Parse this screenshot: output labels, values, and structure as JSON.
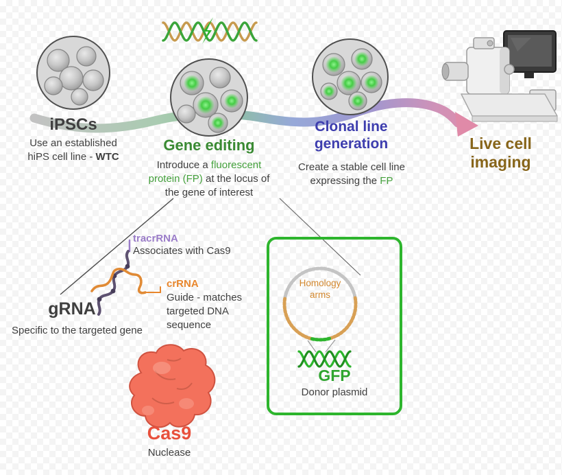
{
  "colors": {
    "step_green": "#3a8a33",
    "step_blue": "#3d3dae",
    "step_brown": "#87651a",
    "tracr_purple": "#9a7cc8",
    "cr_orange": "#e8862c",
    "cas9_red": "#e8503c",
    "gfp_green": "#2fa52f",
    "box_green": "#2db52d",
    "body_text": "#3f3f3f"
  },
  "steps": {
    "ipscs": {
      "title": "iPSCs",
      "desc1": "Use an established",
      "desc2a": "hiPS cell line - ",
      "desc2b": "WTC"
    },
    "gene_editing": {
      "title": "Gene editing",
      "l1a": "Introduce a ",
      "l1b": "fluorescent",
      "l2a": "protein (FP)",
      "l2b": " at the locus of",
      "l3": "the gene of interest"
    },
    "clonal": {
      "title1": "Clonal line",
      "title2": "generation",
      "desc1": "Create a stable cell line",
      "desc2a": "expressing the ",
      "desc2b": "FP"
    },
    "imaging": {
      "title1": "Live cell",
      "title2": "imaging"
    }
  },
  "grna": {
    "tracr_label": "tracrRNA",
    "tracr_desc": "Associates with Cas9",
    "cr_label": "crRNA",
    "cr_desc1": "Guide - matches",
    "cr_desc2": "targeted DNA",
    "cr_desc3": "sequence",
    "title": "gRNA",
    "subtitle": "Specific to the targeted gene"
  },
  "cas9": {
    "title": "Cas9",
    "subtitle": "Nuclease"
  },
  "plasmid": {
    "homology1": "Homology",
    "homology2": "arms",
    "title": "GFP",
    "subtitle": "Donor plasmid"
  }
}
